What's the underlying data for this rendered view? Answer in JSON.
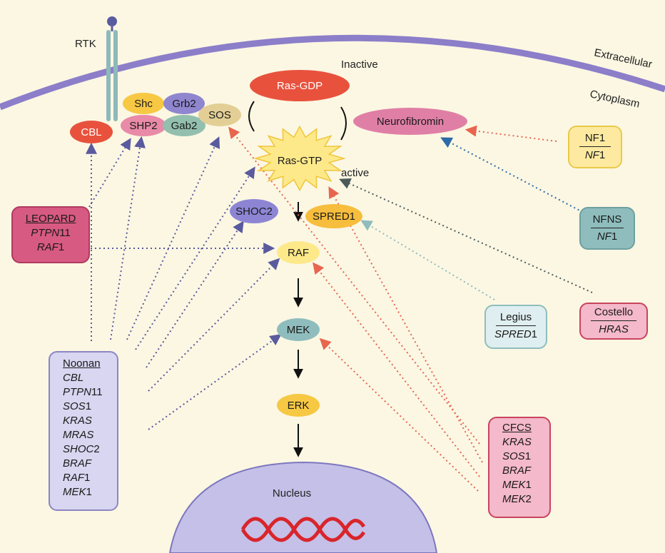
{
  "labels": {
    "rtk": "RTK",
    "extracellular": "Extracellular",
    "cytoplasm": "Cytoplasm",
    "inactive": "Inactive",
    "active": "active",
    "nucleus": "Nucleus"
  },
  "nodes": {
    "ras_gdp": "Ras-GDP",
    "ras_gtp": "Ras-GTP",
    "neurofibromin": "Neurofibromin",
    "cbl": "CBL",
    "shc": "Shc",
    "grb2": "Grb2",
    "shp2": "SHP2",
    "gab2": "Gab2",
    "sos": "SOS",
    "shoc2": "SHOC2",
    "spred1": "SPRED1",
    "raf": "RAF",
    "mek": "MEK",
    "erk": "ERK"
  },
  "syndromes": {
    "leopard": {
      "title": "LEOPARD",
      "genes": [
        {
          "italic": "PTPN",
          "num": "11"
        },
        {
          "italic": "RAF",
          "num": "1"
        }
      ]
    },
    "noonan": {
      "title": "Noonan",
      "genes": [
        {
          "italic": "CBL",
          "num": ""
        },
        {
          "italic": "PTPN",
          "num": "11"
        },
        {
          "italic": "SOS",
          "num": "1"
        },
        {
          "italic": "KRAS",
          "num": ""
        },
        {
          "italic": "MRAS",
          "num": ""
        },
        {
          "italic": "SHOC",
          "num": "2"
        },
        {
          "italic": "BRAF",
          "num": ""
        },
        {
          "italic": "RAF",
          "num": "1"
        },
        {
          "italic": "MEK",
          "num": "1"
        }
      ]
    },
    "nf1": {
      "title": "NF1",
      "genes": [
        {
          "italic": "NF",
          "num": "1"
        }
      ]
    },
    "nfns": {
      "title": "NFNS",
      "genes": [
        {
          "italic": "NF",
          "num": "1"
        }
      ]
    },
    "legius": {
      "title": "Legius",
      "genes": [
        {
          "italic": "SPRED",
          "num": "1"
        }
      ]
    },
    "costello": {
      "title": "Costello",
      "genes": [
        {
          "italic": "HRAS",
          "num": ""
        }
      ]
    },
    "cfcs": {
      "title": "CFCS",
      "genes": [
        {
          "italic": "KRAS",
          "num": ""
        },
        {
          "italic": "SOS",
          "num": "1"
        },
        {
          "italic": "BRAF",
          "num": ""
        },
        {
          "italic": "MEK",
          "num": "1"
        },
        {
          "italic": "MEK",
          "num": "2"
        }
      ]
    }
  },
  "colors": {
    "background": "#fbf7e3",
    "membrane": "#8c7ec9",
    "rtk": "#8fb9b9",
    "ras_gdp": "#e8523d",
    "ras_gtp": "#fde98a",
    "neurofibromin": "#e07fa6",
    "cbl": "#e8523d",
    "shc": "#f7c843",
    "grb2": "#8f86cf",
    "shp2": "#e88aa8",
    "gab2": "#93bfae",
    "sos": "#e3cf95",
    "shoc2": "#8d85d4",
    "spred1": "#f7bd3c",
    "raf": "#fde98a",
    "mek": "#8fbdbd",
    "erk": "#f7c843",
    "nucleus": "#c4c0e8",
    "dna": "#d9252b",
    "arrow_blue": "#5a5a9e",
    "arrow_red": "#e8654f",
    "arrow_teal": "#8fbdbd",
    "arrow_darkblue": "#2f6aa8",
    "arrow_gray": "#4d5a5a"
  }
}
